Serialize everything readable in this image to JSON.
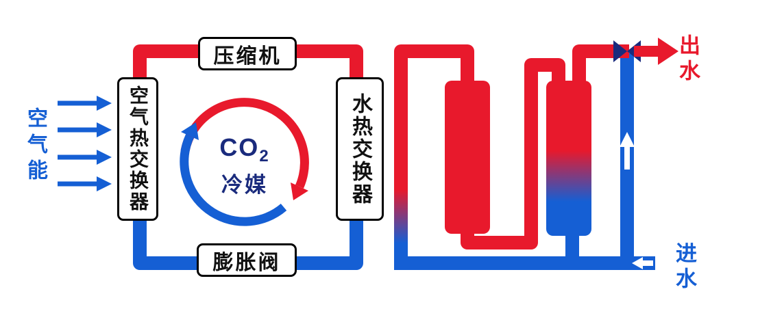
{
  "air_input": {
    "label": "空气能",
    "arrow_count": 4
  },
  "refrigerant_loop": {
    "air_heat_exchanger_label": "空气热交换器",
    "compressor_label": "压缩机",
    "water_heat_exchanger_label": "水热交换器",
    "expansion_valve_label": "膨胀阀",
    "refrigerant_formula": "CO",
    "refrigerant_formula_sub": "2",
    "refrigerant_name": "冷媒",
    "cycle_direction": "clockwise"
  },
  "water_circuit": {
    "outlet_label": "出水",
    "inlet_label": "进水",
    "tank_count": 2
  },
  "colors": {
    "hot_red": "#e8192c",
    "cold_blue": "#155fd4",
    "navy": "#1a2b7d",
    "box_border": "#000000"
  }
}
